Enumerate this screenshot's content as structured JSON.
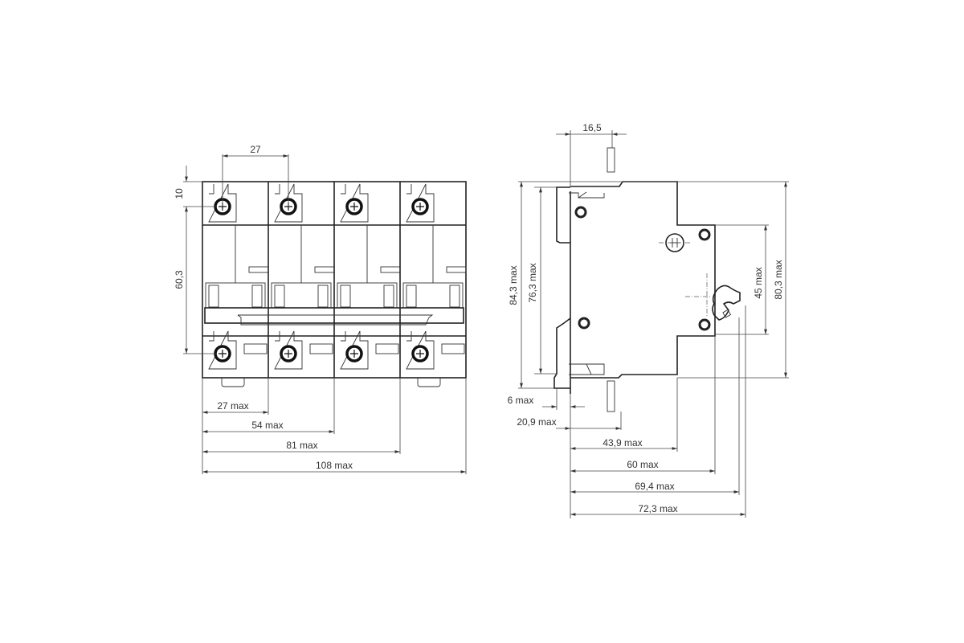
{
  "front_view": {
    "dim_pole_pitch": "27",
    "dim_terminal_offset": "10",
    "dim_terminal_spacing": "60,3",
    "dim_width_1pole": "27 max",
    "dim_width_2pole": "54 max",
    "dim_width_3pole": "81 max",
    "dim_width_4pole": "108 max"
  },
  "side_view": {
    "dim_top_pin": "16,5",
    "dim_height_total": "84,3 max",
    "dim_height_rail": "76,3 max",
    "dim_height_body": "80,3 max",
    "dim_front_height": "45 max",
    "dim_rail_offset": "6 max",
    "dim_pin_offset": "20,9 max",
    "dim_depth_body": "43,9 max",
    "dim_depth_front": "60 max",
    "dim_depth_toggle": "69,4 max",
    "dim_depth_total": "72,3 max"
  },
  "colors": {
    "line": "#222222",
    "background": "#ffffff"
  }
}
